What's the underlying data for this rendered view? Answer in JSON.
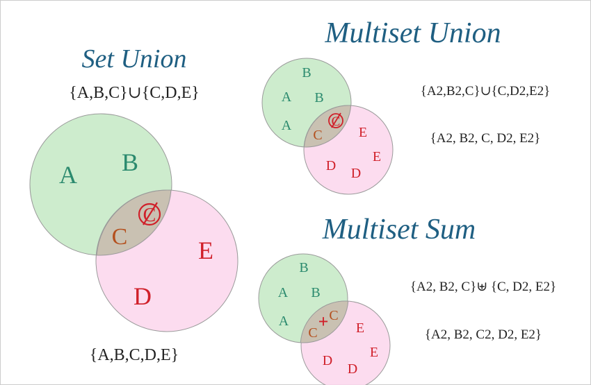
{
  "colors": {
    "title": "#1f5f82",
    "green_fill": "#cdeccd",
    "pink_fill": "#fbd6ec",
    "overlap_fill": "#c9c1b2",
    "green_label": "#2b8a6e",
    "red_label": "#d0202a",
    "brown_label": "#b4501e",
    "frame": "#cccccc"
  },
  "set_union": {
    "title": "Set Union",
    "formula": "{A,B,C}∪{C,D,E}",
    "result": "{A,B,C,D,E}",
    "left_labels": [
      "A",
      "B"
    ],
    "overlap_label": "C",
    "removed_label": "C",
    "right_labels": [
      "D",
      "E"
    ]
  },
  "multiset_union": {
    "title": "Multiset Union",
    "formula": "{A2,B2,C}∪{C,D2,E2}",
    "result": "{A2, B2, C, D2, E2}",
    "left_labels": [
      "A",
      "A",
      "B",
      "B"
    ],
    "overlap_label": "C",
    "removed_label": "C",
    "right_labels": [
      "E",
      "E",
      "D",
      "D"
    ]
  },
  "multiset_sum": {
    "title": "Multiset Sum",
    "formula": "{A2, B2, C}⊎ {C, D2, E2}",
    "result": "{A2, B2, C2, D2, E2}",
    "left_labels": [
      "A",
      "A",
      "B",
      "B"
    ],
    "overlap_left": "C",
    "overlap_plus": "+",
    "overlap_right": "C",
    "right_labels": [
      "E",
      "E",
      "D",
      "D"
    ]
  }
}
